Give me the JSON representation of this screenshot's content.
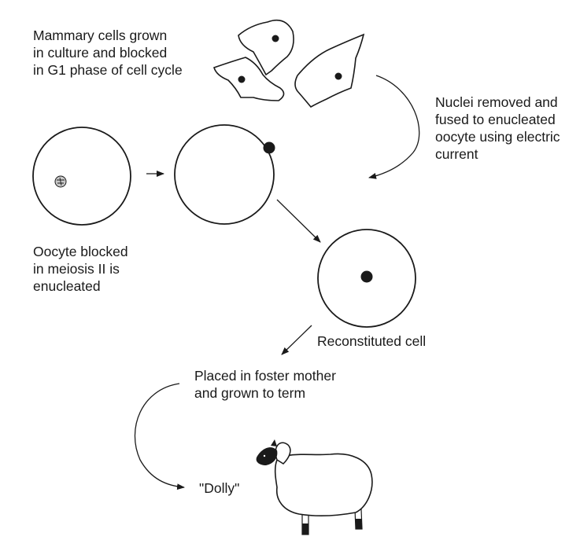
{
  "labels": {
    "mammary": [
      "Mammary cells grown",
      "in culture and blocked",
      "in G1 phase of cell cycle"
    ],
    "nuclei": [
      "Nuclei removed and",
      "fused to enucleated",
      "oocyte using electric",
      "current"
    ],
    "oocyte": [
      "Oocyte blocked",
      "in meiosis II is",
      "enucleated"
    ],
    "reconstituted": "Reconstituted cell",
    "foster": [
      "Placed in foster mother",
      "and grown to term"
    ],
    "dolly": "\"Dolly\""
  },
  "colors": {
    "ink": "#1a1a1a",
    "background": "#ffffff"
  }
}
